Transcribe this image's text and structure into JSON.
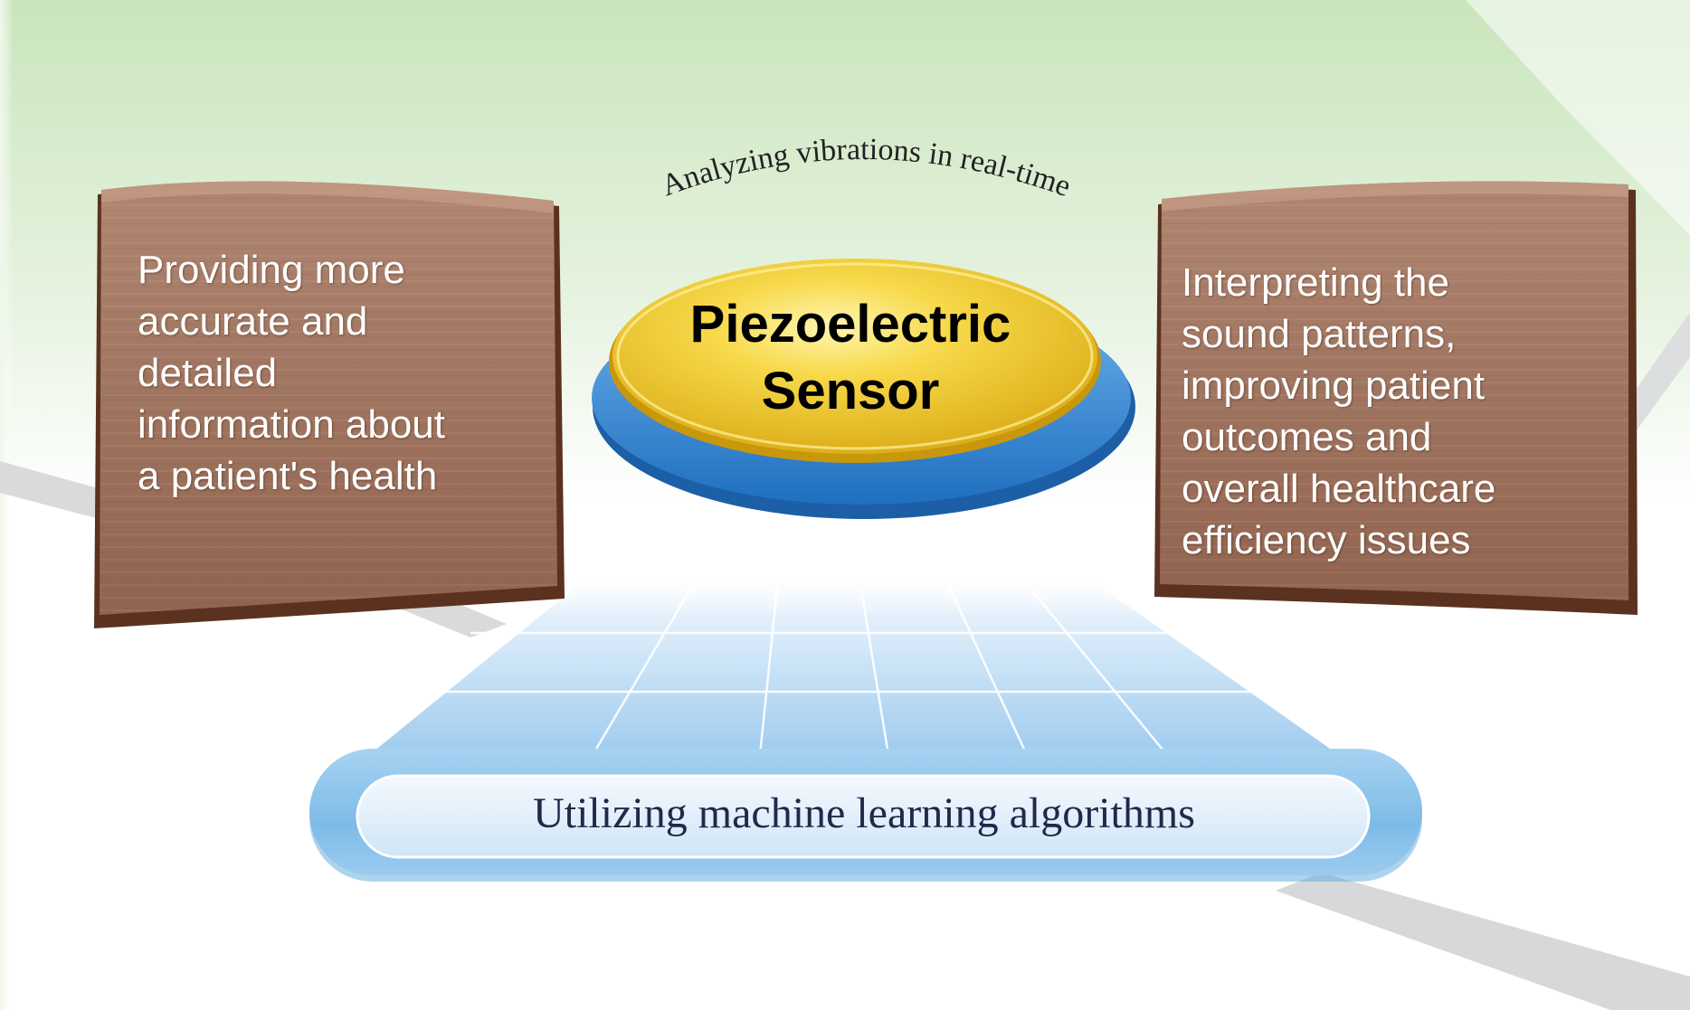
{
  "arc_label": "Analyzing vibrations in real-time",
  "center": {
    "line1": "Piezoelectric",
    "line2": "Sensor"
  },
  "left_card": {
    "lines": [
      "Providing more",
      "accurate and",
      "detailed",
      "information about",
      "a patient's health"
    ]
  },
  "right_card": {
    "lines": [
      "Interpreting the",
      "sound patterns,",
      "improving patient",
      "outcomes and",
      "overall healthcare",
      "efficiency issues"
    ]
  },
  "bottom_bar": {
    "label": "Utilizing machine learning algorithms"
  },
  "colors": {
    "wood": "#9a6b52",
    "wood_edge": "#6b3f2a",
    "sensor_gold": "#f2c823",
    "sensor_blue": "#2f86d6",
    "bar_blue": "#8cc4ea",
    "bg_green": "#cfe8c4"
  }
}
